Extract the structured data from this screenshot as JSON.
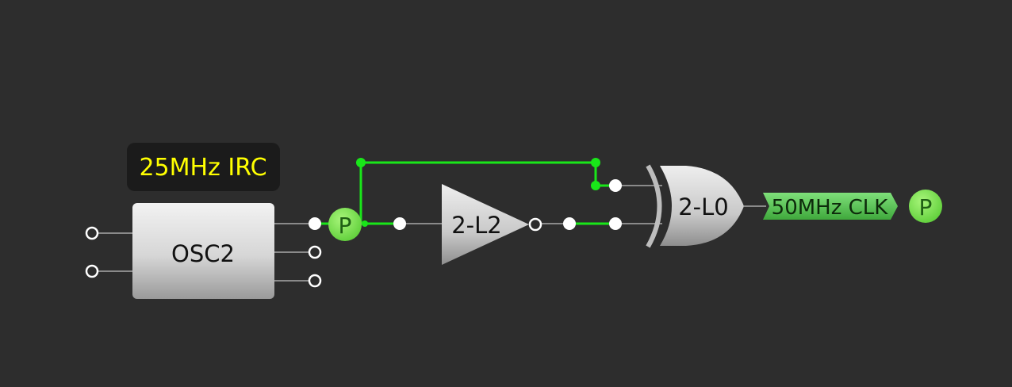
{
  "components": {
    "oscillator": {
      "label": "OSC2"
    },
    "irc_label": {
      "text": "25MHz IRC"
    },
    "buffer": {
      "label": "2-L2"
    },
    "xor_gate": {
      "label": "2-L0"
    },
    "output_label": {
      "text": "50MHz CLK"
    },
    "pin_markers": {
      "osc_output": "P",
      "clk_output": "P"
    }
  },
  "colors": {
    "background": "#2d2d2d",
    "active_wire": "#19e619",
    "inactive_wire": "#8a8a8a",
    "irc_text": "#ffff00",
    "pin_fill": "#7ee04e",
    "label_fill": "#5fcf5a"
  }
}
